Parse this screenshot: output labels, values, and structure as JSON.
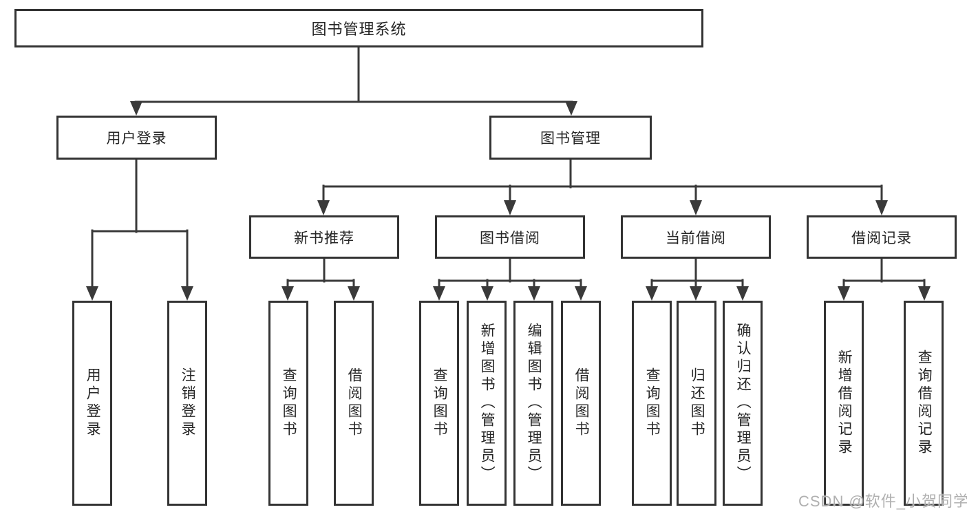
{
  "diagram": {
    "tree": {
      "label": "图书管理系统",
      "children": [
        {
          "label": "用户登录",
          "children": [
            {
              "label": "用户登录"
            },
            {
              "label": "注销登录"
            }
          ]
        },
        {
          "label": "图书管理",
          "children": [
            {
              "label": "新书推荐",
              "children": [
                {
                  "label": "查询图书"
                },
                {
                  "label": "借阅图书"
                }
              ]
            },
            {
              "label": "图书借阅",
              "children": [
                {
                  "label": "查询图书"
                },
                {
                  "label": "新增图书（管理员）"
                },
                {
                  "label": "编辑图书（管理员）"
                },
                {
                  "label": "借阅图书"
                }
              ]
            },
            {
              "label": "当前借阅",
              "children": [
                {
                  "label": "查询图书"
                },
                {
                  "label": "归还图书"
                },
                {
                  "label": "确认归还（管理员）"
                }
              ]
            },
            {
              "label": "借阅记录",
              "children": [
                {
                  "label": "新增借阅记录"
                },
                {
                  "label": "查询借阅记录"
                }
              ]
            }
          ]
        }
      ]
    },
    "colors": {
      "line": "#3a3a3a",
      "text": "#262626",
      "background": "#ffffff",
      "watermark_text": "#b0b0b0"
    }
  },
  "watermark": {
    "text": "CSDN @软件_小贺同学"
  }
}
